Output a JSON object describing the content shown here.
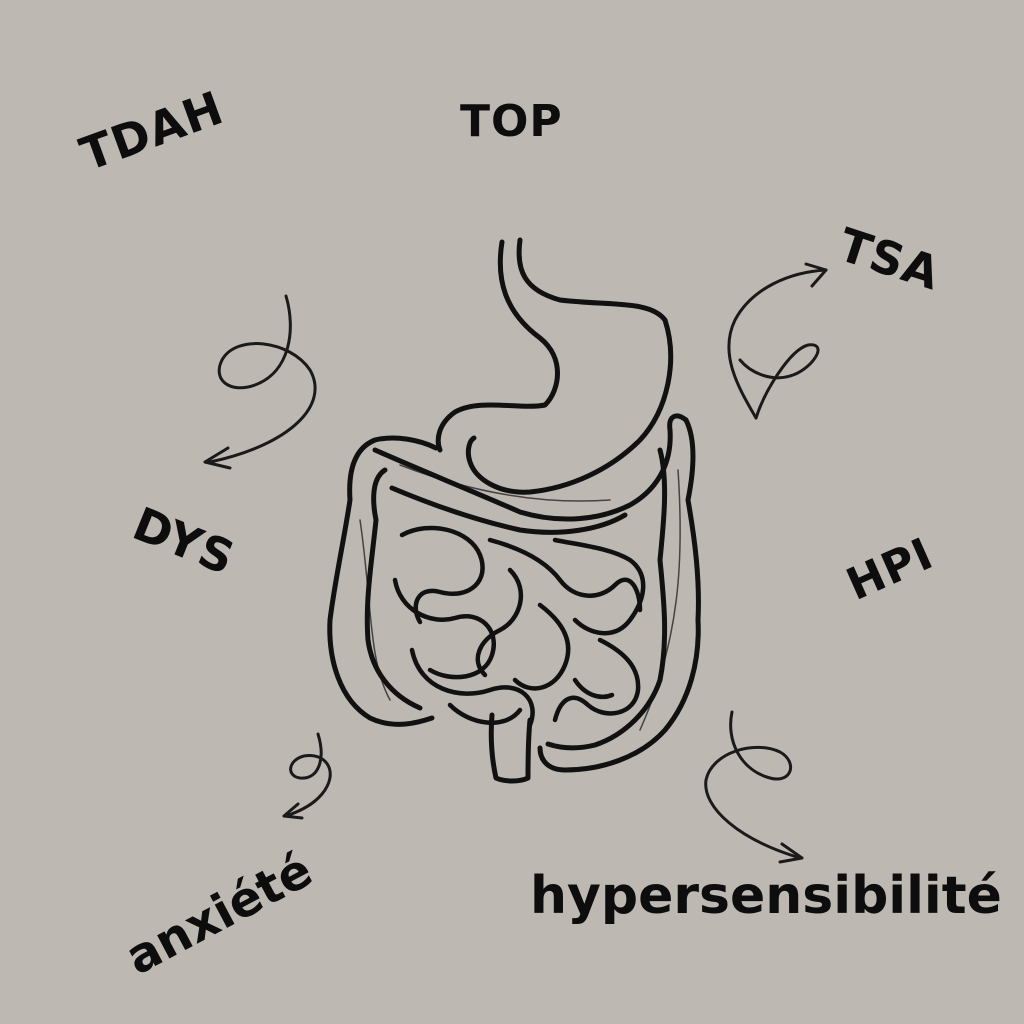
{
  "labels": {
    "tdah": "TDAH",
    "top": "TOP",
    "tsa": "TSA",
    "dys": "DYS",
    "hpi": "HPI",
    "anxiete": "anxiété",
    "hypersensibilite": "hypersensibilité"
  },
  "colors": {
    "background": "#beb8b3",
    "ink": "#0d0d0d"
  },
  "icons": [
    "digestive-system-illustration",
    "curly-arrow-icon"
  ]
}
